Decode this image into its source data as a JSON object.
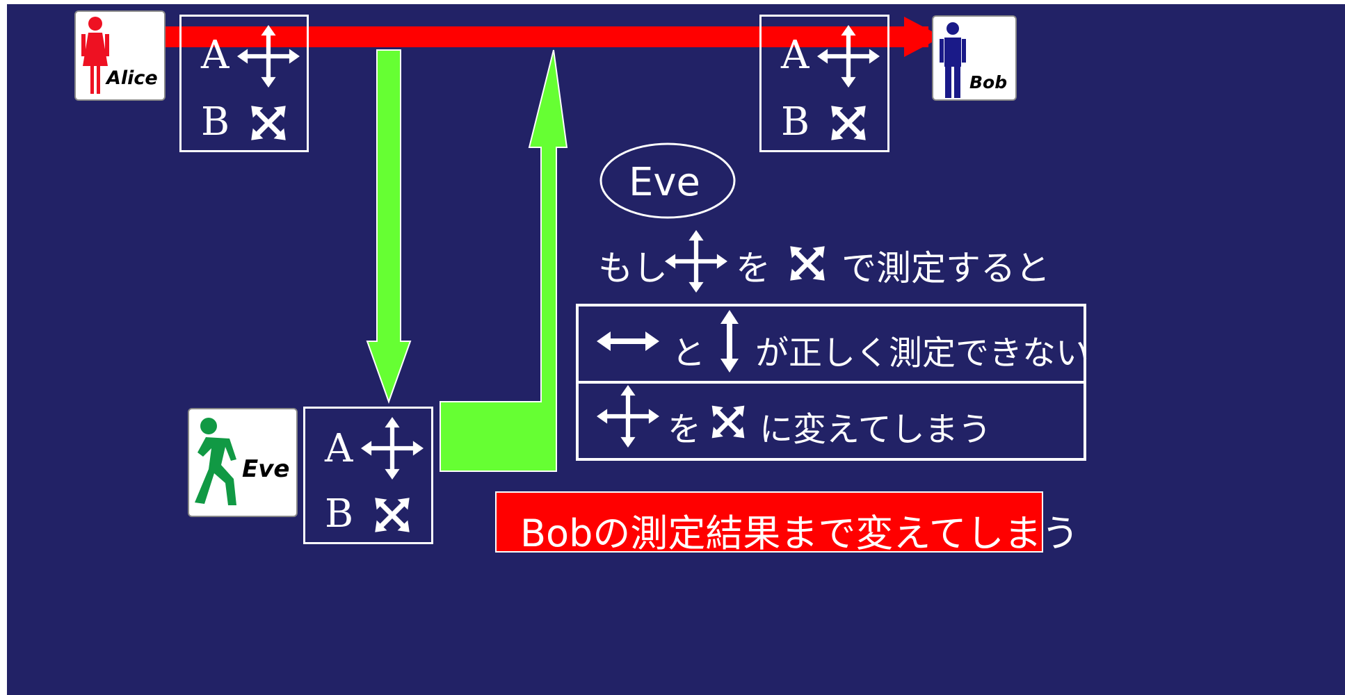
{
  "people": {
    "alice": {
      "name": "Alice",
      "color": "#ee1122"
    },
    "bob": {
      "name": "Bob",
      "color": "#1a1a88"
    },
    "eve": {
      "name": "Eve",
      "color": "#119944"
    }
  },
  "bases": {
    "a_label": "A",
    "b_label": "B",
    "a_icon": "plus-arrows-icon",
    "b_icon": "x-arrows-icon"
  },
  "eve_bubble": {
    "label": "Eve"
  },
  "statements": {
    "line1_prefix": "もし",
    "line1_mid": "を",
    "line1_suffix": "で測定すると",
    "box1_mid": "と",
    "box1_suffix": "が正しく測定できない",
    "box2_mid": "を",
    "box2_suffix": "に変えてしまう"
  },
  "conclusion": {
    "label": "Bobの測定結果まで変えてしまう"
  },
  "colors": {
    "background": "#222266",
    "channel": "#ff0000",
    "intercept": "#66ff33",
    "box_border": "#ffffff",
    "conclusion_bg": "#ff0000"
  }
}
